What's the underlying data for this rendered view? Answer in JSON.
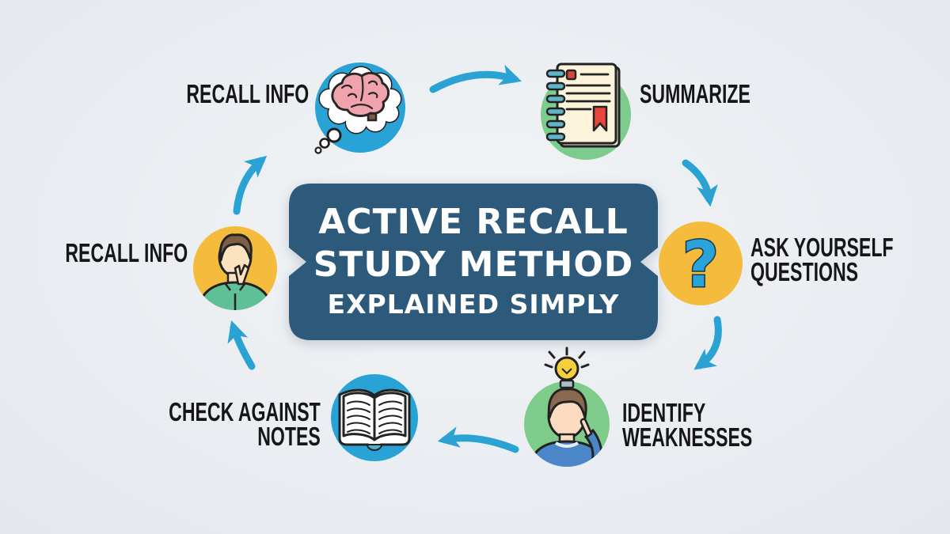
{
  "banner": {
    "line1": "ACTIVE RECALL",
    "line2": "STUDY METHOD",
    "line3": "EXPLAINED SIMPLY",
    "color": "#2d5a7a",
    "text_color": "#ffffff"
  },
  "steps": {
    "recall_top": {
      "label": "RECALL INFO",
      "icon": "brain-thought-bubble-icon",
      "circle_color": "#29a3d6"
    },
    "summarize": {
      "label": "SUMMARIZE",
      "icon": "spiral-notebook-icon",
      "circle_color": "#7ecb8e"
    },
    "ask": {
      "line1": "ASK YOURSELF",
      "line2": "QUESTIONS",
      "icon": "question-mark-icon",
      "circle_color": "#f5bb3d"
    },
    "identify": {
      "line1": "IDENTIFY",
      "line2": "WEAKNESSES",
      "icon": "person-lightbulb-icon",
      "circle_color": "#7ecb8c"
    },
    "check": {
      "line1": "CHECK AGAINST",
      "line2": "NOTES",
      "icon": "open-book-icon",
      "circle_color": "#29a3d6"
    },
    "recall_left": {
      "label": "RECALL INFO",
      "icon": "thinking-person-icon",
      "circle_color": "#f5bb3d"
    }
  },
  "colors": {
    "background": "#eaedf1",
    "arrow": "#2aa2d4",
    "label_text": "#161616",
    "brain_pink": "#f0a3ad",
    "notebook_paper": "#fbf4da",
    "bookmark_red": "#e8453c",
    "question_blue": "#2aa4d8",
    "shirt_blue": "#4a86c8",
    "shirt_green": "#5fbf96",
    "bulb_yellow": "#f6cf3e",
    "book_teal": "#4fb0c6"
  }
}
